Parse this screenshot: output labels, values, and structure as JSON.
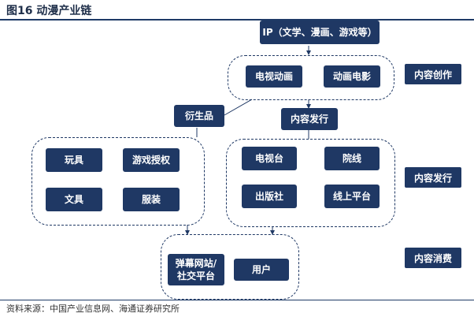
{
  "title": "图16 动漫产业链",
  "source": "资料来源：中国产业信息网、海通证券研究所",
  "nodes": {
    "ip": "IP（文学、漫画、游戏等）",
    "tv_animation": "电视动画",
    "animated_film": "动画电影",
    "derivatives": "衍生品",
    "distribution": "内容发行",
    "toys": "玩具",
    "game_license": "游戏授权",
    "stationery": "文具",
    "apparel": "服装",
    "tv_station": "电视台",
    "cinema": "院线",
    "publisher": "出版社",
    "online_platform": "线上平台",
    "danmaku_line1": "弹幕网站/",
    "danmaku_line2": "社交平台",
    "users": "用户"
  },
  "stage_labels": {
    "creation": "内容创作",
    "distribution": "内容发行",
    "consumption": "内容消费"
  },
  "colors": {
    "node": "#1f3864",
    "border": "#1f3864"
  }
}
